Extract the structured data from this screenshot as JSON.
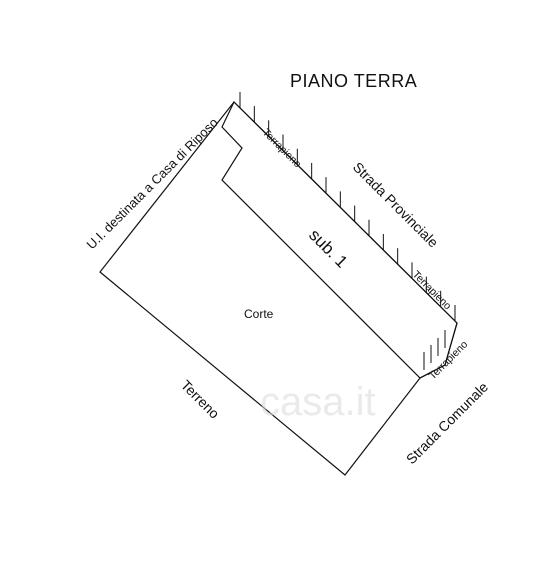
{
  "title": "PIANO  TERRA",
  "labels": {
    "strada_provinciale": "Strada  Provinciale",
    "strada_comunale": "Strada Comunale",
    "terrapieno": "Terrapieno",
    "sub": "sub. 1",
    "corte": "Corte",
    "terreno": "Terreno",
    "casa_riposo": "U.I. destinata a Casa di Riposo"
  },
  "watermark": "casa.it"
}
